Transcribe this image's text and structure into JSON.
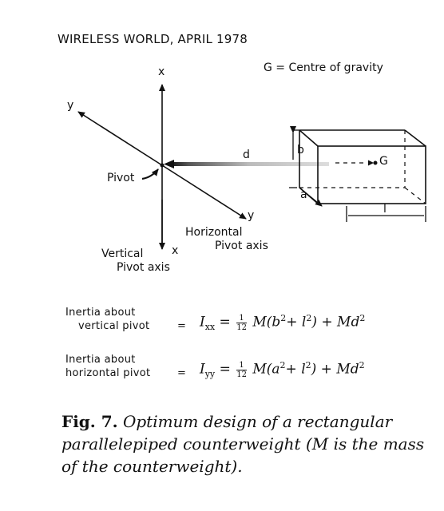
{
  "header": "WIRELESS WORLD, APRIL 1978",
  "legend_g": "G = Centre of gravity",
  "labels": {
    "x_top": "x",
    "x_bottom": "x",
    "y_left": "y",
    "y_right": "y",
    "pivot": "Pivot",
    "d": "d",
    "horizontal_axis_1": "Horizontal",
    "horizontal_axis_2": "Pivot  axis",
    "vertical_axis_1": "Vertical",
    "vertical_axis_2": "Pivot  axis",
    "b": "b",
    "a": "a",
    "l": "l",
    "g": "G"
  },
  "equations": [
    {
      "desc_1": "Inertia  about",
      "desc_2": "vertical  pivot",
      "eq_sign": "=",
      "lhs": "I",
      "sub": "xx",
      "frac_num": "1",
      "frac_den": "12",
      "rhs_a": "M(b",
      "rhs_b": "+ l",
      "rhs_c": ") + Md",
      "sup": "2"
    },
    {
      "desc_1": "Inertia  about",
      "desc_2": "horizontal  pivot",
      "eq_sign": "=",
      "lhs": "I",
      "sub": "yy",
      "frac_num": "1",
      "frac_den": "12",
      "rhs_a": "M(a",
      "rhs_b": "+ l",
      "rhs_c": ") + Md",
      "sup": "2"
    }
  ],
  "caption": {
    "fig": "Fig. 7.",
    "text": "Optimum design of a rectangular parallelepiped counterweight (M is the mass of the counterweight)."
  }
}
